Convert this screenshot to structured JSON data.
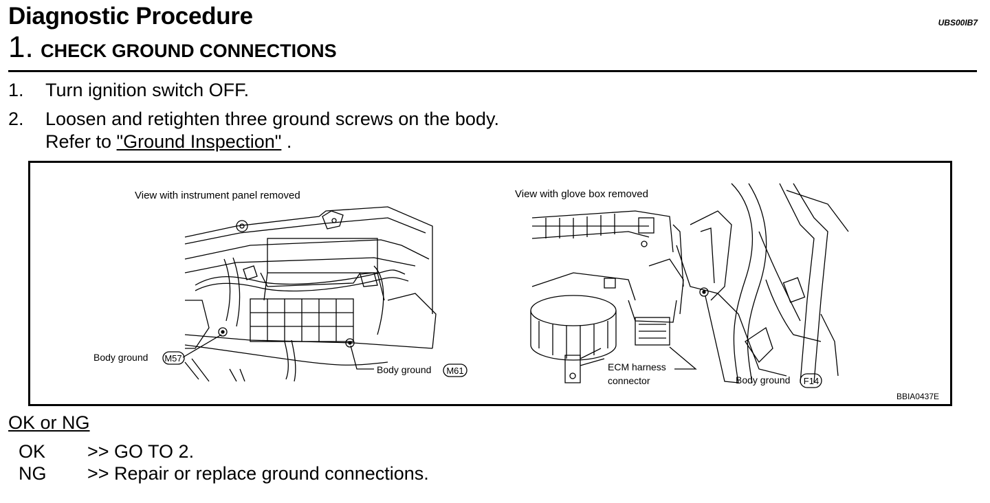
{
  "header": {
    "title": "Diagnostic Procedure",
    "doc_code": "UBS00IB7",
    "step_number": "1.",
    "step_title": "CHECK GROUND CONNECTIONS"
  },
  "instructions": [
    {
      "num": "1.",
      "text": "Turn ignition switch OFF."
    },
    {
      "num": "2.",
      "text": "Loosen and retighten three ground screws on the body.",
      "refer_prefix": "Refer to ",
      "link": "\"Ground Inspection\"",
      "refer_suffix": " ."
    }
  ],
  "figure": {
    "left_caption": "View with instrument panel removed",
    "right_caption": "View with glove box removed",
    "labels": {
      "m57_text": "Body ground",
      "m57_code": "M57",
      "m61_text": "Body ground",
      "m61_code": "M61",
      "ecm_line1": "ECM harness",
      "ecm_line2": "connector",
      "f14_text": "Body ground",
      "f14_code": "F14"
    },
    "figure_code": "BBIA0437E"
  },
  "result": {
    "heading": "OK or NG",
    "rows": [
      {
        "key": "OK",
        "value": ">> GO TO 2."
      },
      {
        "key": "NG",
        "value": ">> Repair or replace ground connections."
      }
    ]
  }
}
